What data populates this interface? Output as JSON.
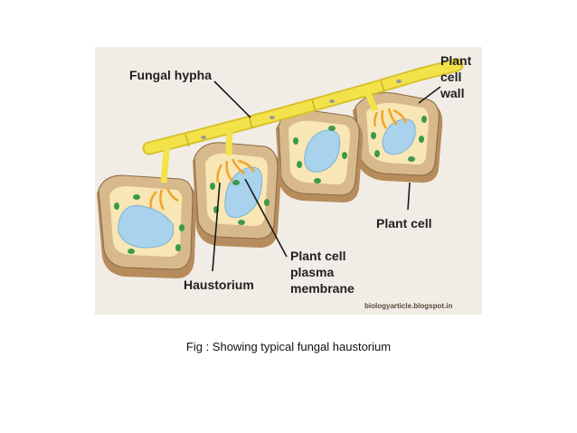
{
  "labels": {
    "fungal_hypha": "Fungal hypha",
    "plant_cell_wall": [
      "Plant",
      "cell",
      "wall"
    ],
    "plant_cell": "Plant cell",
    "haustorium": "Haustorium",
    "plasma_membrane": [
      "Plant cell",
      "plasma",
      "membrane"
    ]
  },
  "credit": "biologyarticle.blogspot.in",
  "caption": "Fig : Showing typical fungal haustorium",
  "colors": {
    "figure_background": "#f1ede6",
    "cell_wall_outer": "#d7b98c",
    "cell_wall_inner": "#f2d09a",
    "cytoplasm": "#f8e6b4",
    "vacuole": "#a9d2ec",
    "chloroplast": "#3a9a4a",
    "hypha": "#f3e24a",
    "cell_side": "#b78c5c"
  }
}
